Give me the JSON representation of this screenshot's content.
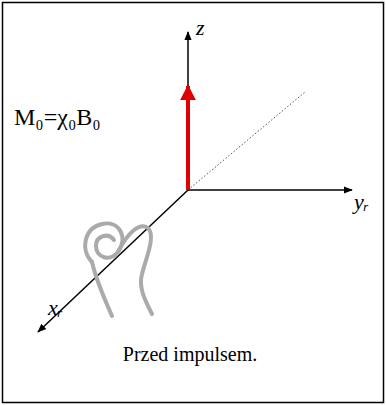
{
  "diagram": {
    "caption": "Przed impulsem.",
    "labels": [
      "z",
      "M₀=χ₀B₀",
      "yᵣ",
      "xᵣ"
    ]
  }
}
